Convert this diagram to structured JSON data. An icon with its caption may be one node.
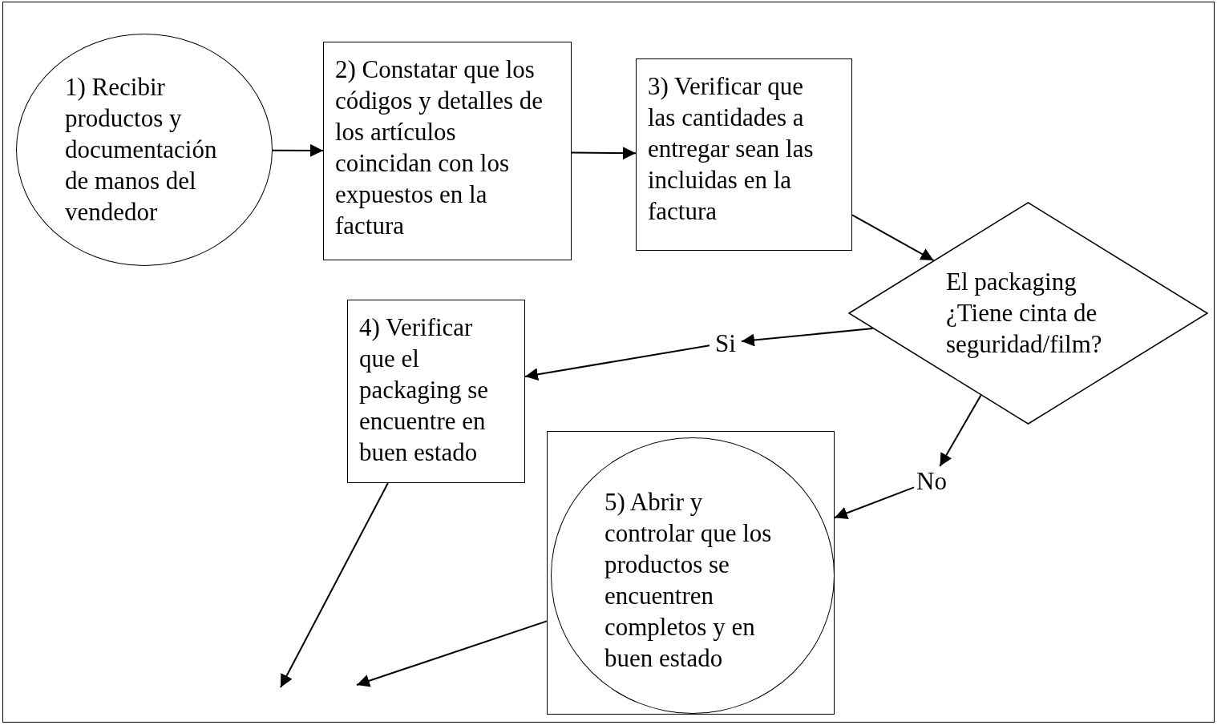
{
  "diagram": {
    "nodes": [
      {
        "text": [
          "1) Recibir productos y documentación de manos del vendedor"
        ]
      },
      {
        "text": [
          "2) Constatar que los códigos y detalles de los artículos coincidan con los expuestos en la factura"
        ]
      },
      {
        "text": [
          "3) Verificar que las cantidades a entregar sean las incluidas en la factura"
        ]
      },
      {
        "text": [
          "El packaging ¿Tiene cinta de seguridad/film?"
        ]
      },
      {
        "text": [
          "Si"
        ]
      },
      {
        "text": [
          "4) Verificar que el packaging se encuentre en buen estado"
        ]
      },
      {
        "text": [
          "No"
        ]
      },
      {
        "text": [],
        "shape": "box"
      },
      {
        "text": [
          "5) Abrir y controlar que los productos se encuentren completos y en buen estado"
        ],
        "in": 7
      }
    ],
    "edges": [
      {
        "from": 0,
        "to": 1,
        "arrow": "to"
      },
      {
        "from": 1,
        "to": 2,
        "arrow": "to"
      },
      {
        "from": 2,
        "to": 3,
        "arrow": "to"
      },
      {
        "from": 3,
        "to": 4,
        "arrow": "to"
      },
      {
        "from": 4,
        "to": 5,
        "arrow": "to"
      },
      {
        "from": 3,
        "to": 6,
        "arrow": "to"
      },
      {
        "from": 6,
        "to": 7,
        "arrow": "to"
      },
      {
        "from": 5,
        "to": null,
        "arrow": "to"
      },
      {
        "from": 7,
        "to": null,
        "arrow": "to"
      }
    ]
  }
}
